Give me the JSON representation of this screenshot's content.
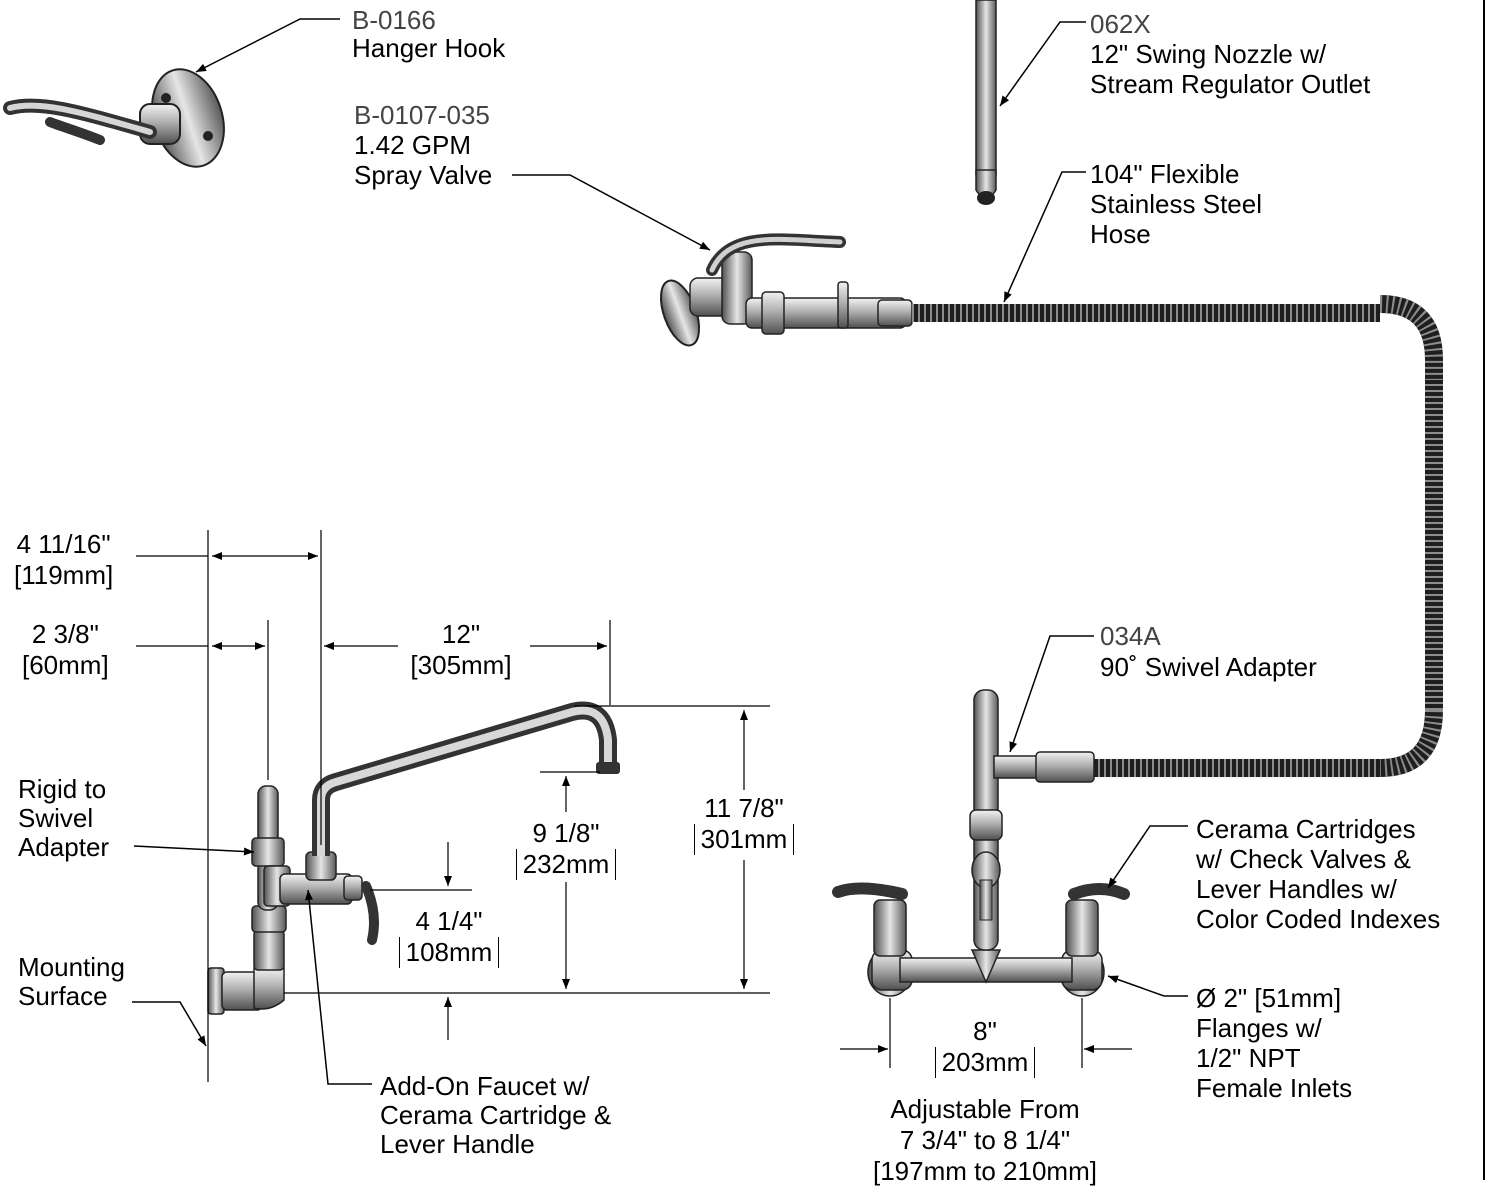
{
  "parts": {
    "hanger_hook": {
      "code": "B-0166",
      "name": "Hanger Hook"
    },
    "spray_valve": {
      "code": "B-0107-035",
      "line1": "1.42 GPM",
      "line2": "Spray Valve"
    },
    "swing_nozzle": {
      "code": "062X",
      "line1": "12\" Swing Nozzle w/",
      "line2": "Stream Regulator Outlet"
    },
    "hose": {
      "line1": "104\" Flexible",
      "line2": "Stainless Steel",
      "line3": "Hose"
    },
    "swivel_adapter": {
      "code": "034A",
      "name": "90˚ Swivel Adapter"
    },
    "rigid_adapter": {
      "line1": "Rigid to",
      "line2": "Swivel",
      "line3": "Adapter"
    },
    "mounting_surface": {
      "line1": "Mounting",
      "line2": "Surface"
    },
    "add_on_faucet": {
      "line1": "Add-On Faucet w/",
      "line2": "Cerama Cartridge &",
      "line3": "Lever Handle"
    },
    "cartridges": {
      "line1": "Cerama Cartridges",
      "line2": "w/ Check Valves &",
      "line3": "Lever Handles w/",
      "line4": "Color Coded Indexes"
    },
    "flanges": {
      "line1": "Ø 2\" [51mm]",
      "line2": "Flanges w/",
      "line3": "1/2\" NPT",
      "line4": "Female Inlets"
    },
    "adjustable": {
      "line1": "Adjustable From",
      "line2": "7 3/4\" to 8 1/4\"",
      "line3": "[197mm to 210mm]"
    }
  },
  "dimensions": {
    "d1": {
      "imperial": "4 11/16\"",
      "metric": "[119mm]"
    },
    "d2": {
      "imperial": "2 3/8\"",
      "metric": "[60mm]"
    },
    "d3": {
      "imperial": "12\"",
      "metric": "[305mm]"
    },
    "d4": {
      "imperial": "11 7/8\"",
      "metric": "301mm"
    },
    "d5": {
      "imperial": "9 1/8\"",
      "metric": "232mm"
    },
    "d6": {
      "imperial": "4 1/4\"",
      "metric": "108mm"
    },
    "d7": {
      "imperial": "8\"",
      "metric": "203mm"
    }
  },
  "colors": {
    "line": "#000000",
    "metal": "#b5b5b5",
    "metal_dark": "#555555",
    "hose": "#2a2a2a",
    "code_text": "#444444"
  }
}
